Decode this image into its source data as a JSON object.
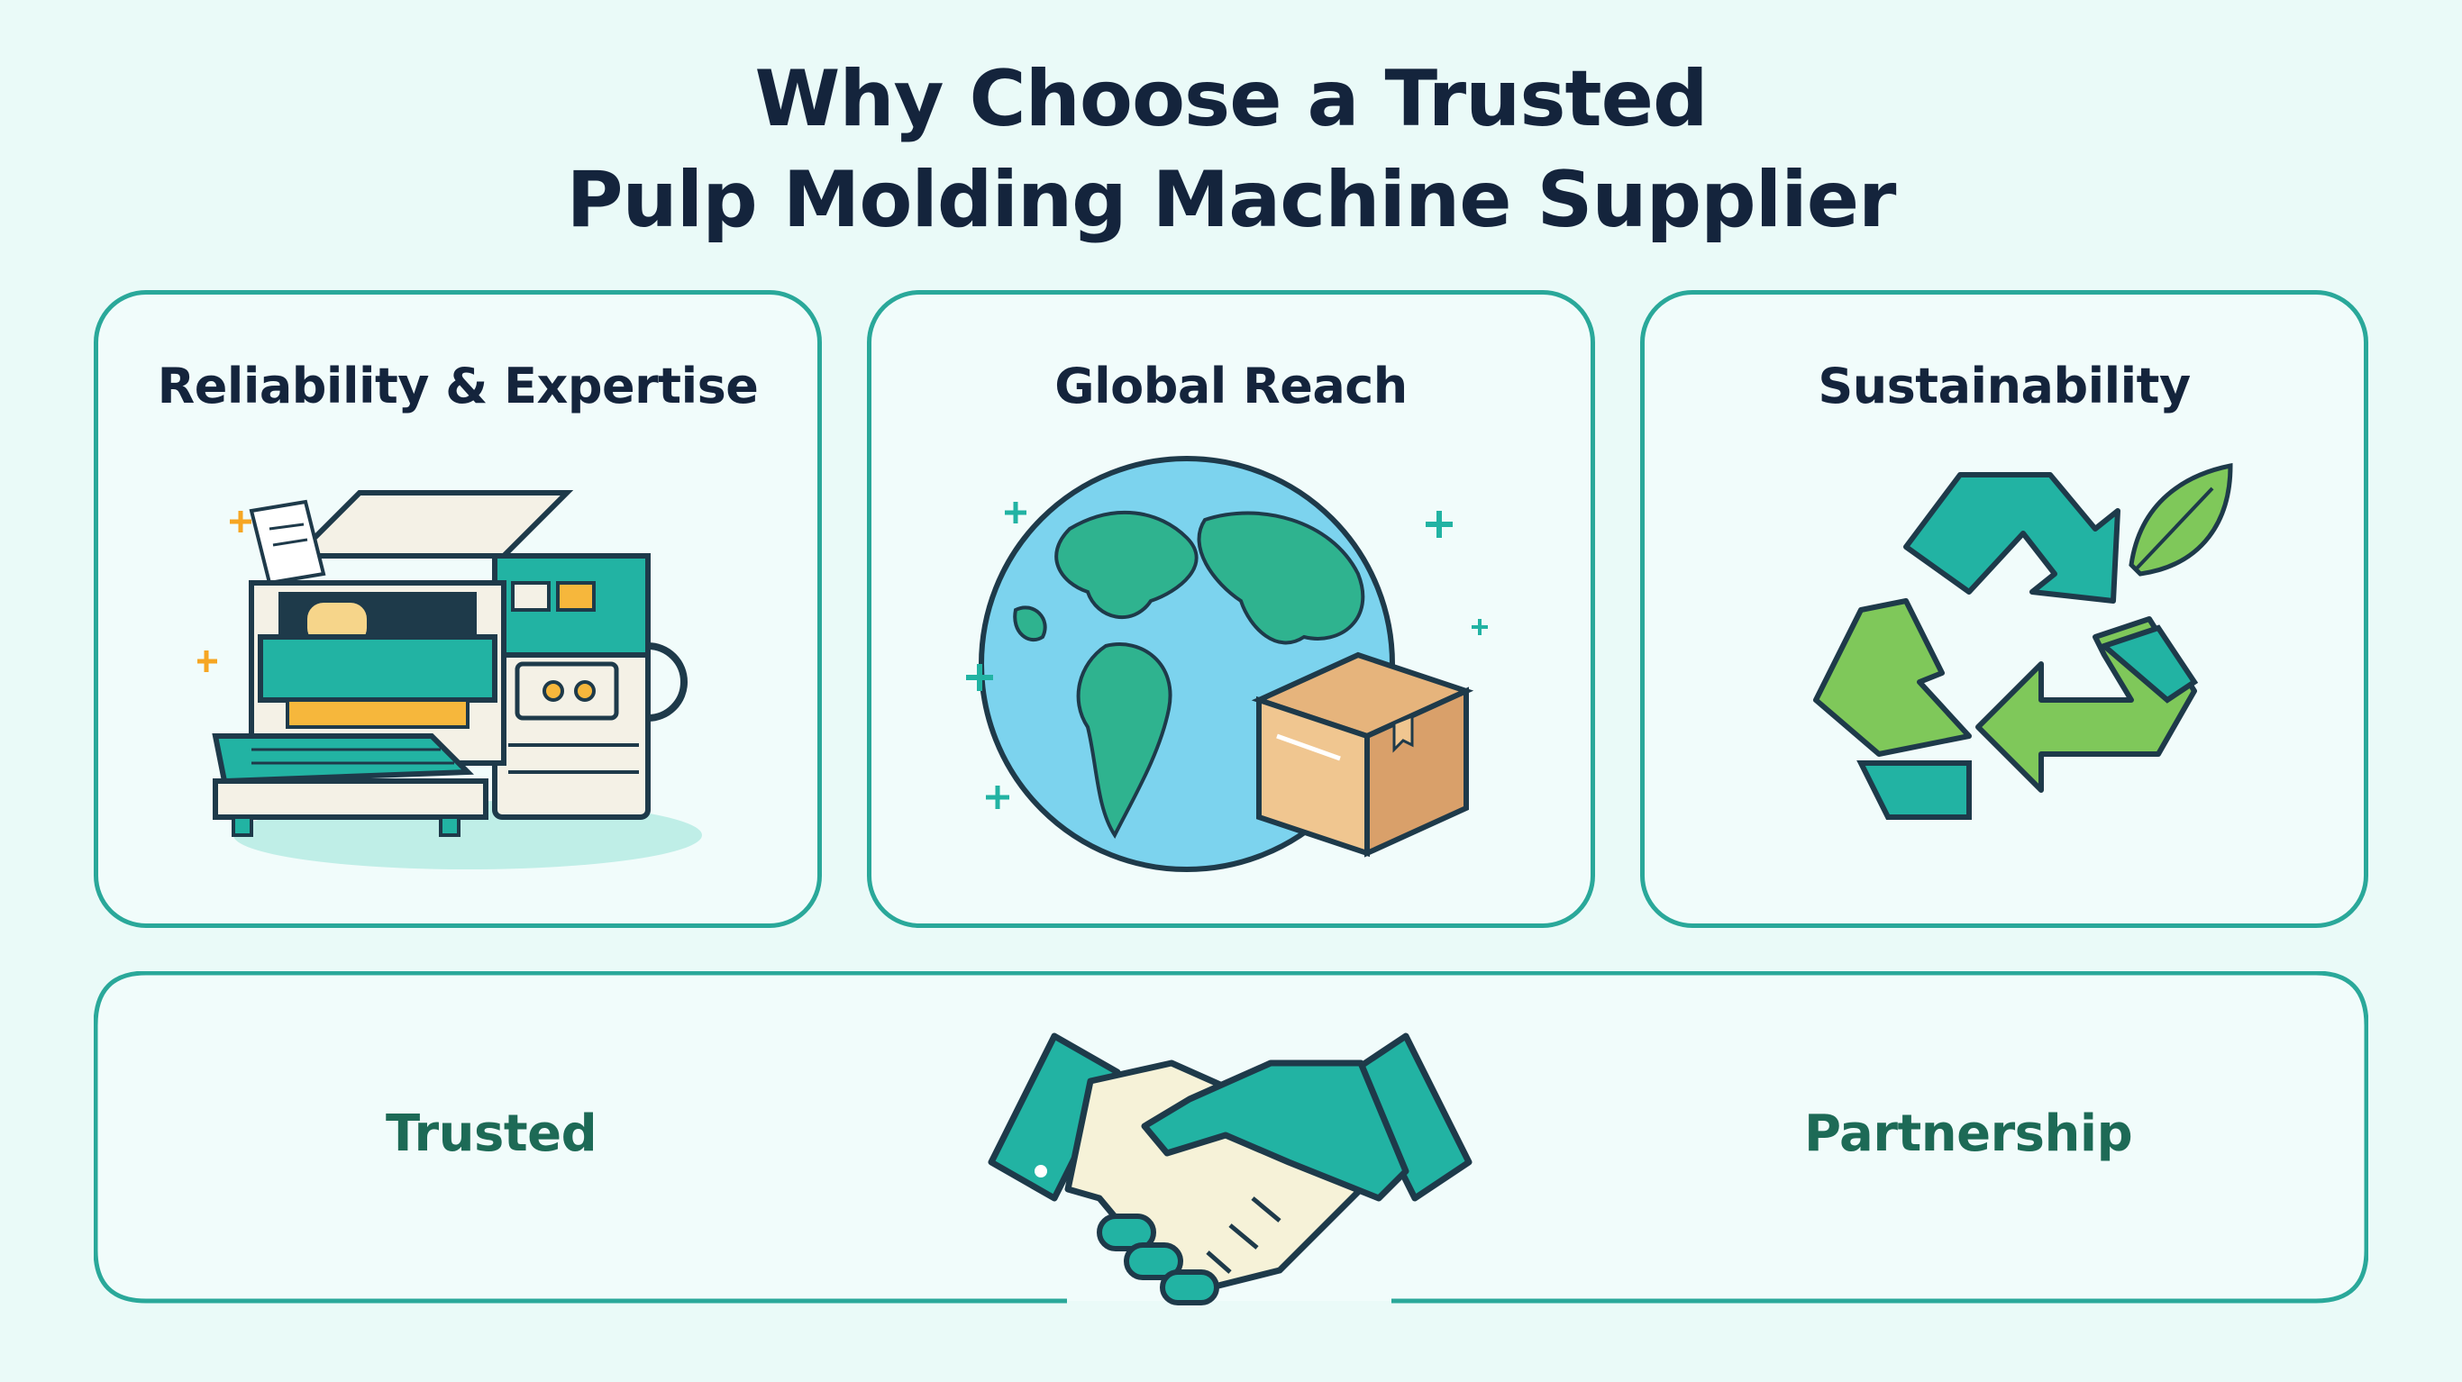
{
  "title": {
    "line1": "Why Choose a Trusted",
    "line2": "Pulp Molding Machine Supplier"
  },
  "cards": [
    {
      "title": "Reliability & Expertise",
      "icon": "pulp-molding-machine-icon"
    },
    {
      "title": "Global Reach",
      "icon": "globe-with-box-icon"
    },
    {
      "title": "Sustainability",
      "icon": "recycle-leaf-icon"
    }
  ],
  "partnership": {
    "left_label": "Trusted",
    "right_label": "Partnership",
    "icon": "handshake-icon"
  },
  "colors": {
    "background": "#eafaf8",
    "border": "#2aa89a",
    "title_text": "#14243c",
    "label_green": "#1d6a56",
    "teal": "#22b3a3",
    "light_green": "#7fc85a"
  }
}
